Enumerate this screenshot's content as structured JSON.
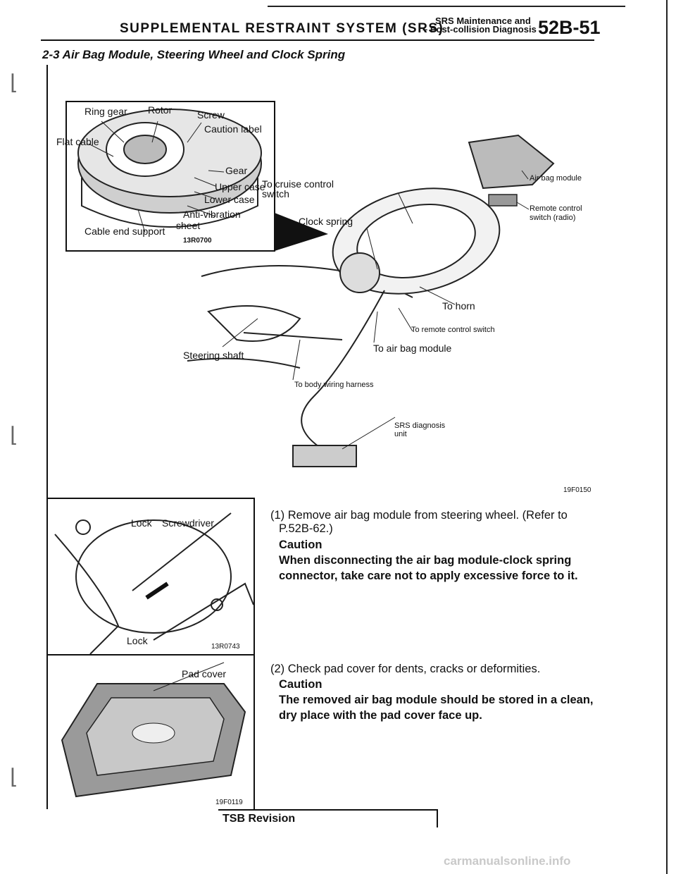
{
  "header": {
    "title": "SUPPLEMENTAL RESTRAINT SYSTEM (SRS)",
    "subtitle_line1": "SRS Maintenance and",
    "subtitle_line2": "– Post-collision Diagnosis",
    "page_number": "52B-51"
  },
  "section_title": "2-3 Air Bag Module, Steering Wheel and Clock Spring",
  "figure_main": {
    "inset_labels": {
      "ring_gear": "Ring gear",
      "rotor": "Rotor",
      "screw": "Screw",
      "caution_label": "Caution label",
      "flat_cable": "Flat cable",
      "gear": "Gear",
      "upper_case": "Upper case",
      "lower_case": "Lower case",
      "anti_vibration": "Anti-vibration",
      "sheet": "sheet",
      "cable_end_support": "Cable end support",
      "code": "13R0700"
    },
    "labels": {
      "air_bag_module": "Air bag module",
      "cruise_control_1": "To cruise control",
      "cruise_control_2": "switch",
      "remote_control_1": "Remote control",
      "remote_control_2": "switch (radio)",
      "clock_spring": "Clock spring",
      "to_horn": "To horn",
      "to_remote_switch": "To remote control switch",
      "to_air_bag_module": "To air bag module",
      "steering_shaft": "Steering shaft",
      "to_body_harness": "To body wiring harness",
      "srs_diagnosis": "SRS diagnosis",
      "unit": "unit"
    },
    "code": "19F0150"
  },
  "figure_lock": {
    "labels": {
      "lock_top": "Lock",
      "screwdriver": "Screwdriver",
      "lock_bottom": "Lock"
    },
    "code": "13R0743"
  },
  "figure_pad": {
    "labels": {
      "pad_cover": "Pad cover"
    },
    "code": "19F0119"
  },
  "steps": [
    {
      "text": "(1) Remove air bag module from steering wheel. (Refer to",
      "text2": "P.52B-62.)",
      "caution_heading": "Caution",
      "caution_text": "When disconnecting the air bag module-clock spring connector, take care not to apply excessive force to it."
    },
    {
      "text": "(2) Check pad cover for dents, cracks or deformities.",
      "caution_heading": "Caution",
      "caution_text": "The removed air bag module should be stored in a clean, dry place with the pad cover face up."
    }
  ],
  "footer": {
    "tsb": "TSB Revision",
    "watermark": "carmanualsonline.info"
  }
}
